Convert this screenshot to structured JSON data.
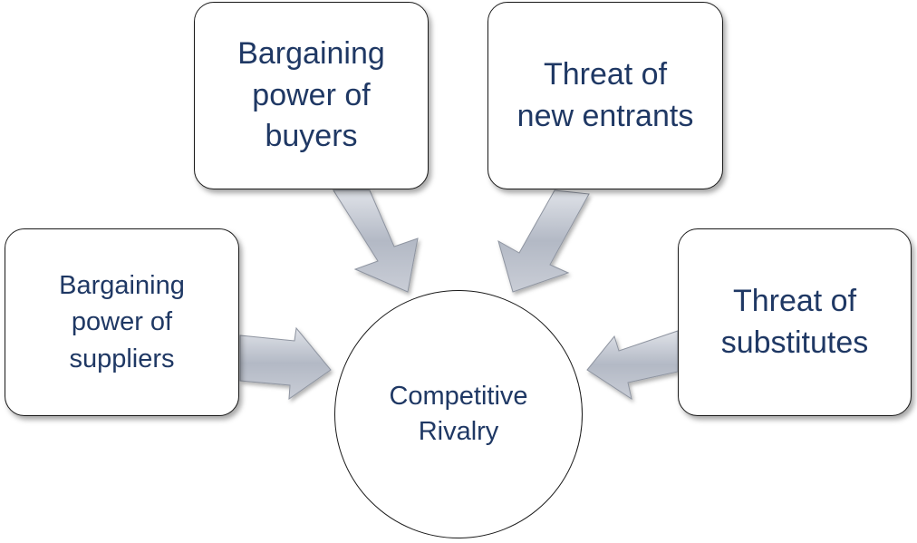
{
  "diagram": {
    "center": {
      "label": "Competitive\nRivalry"
    },
    "forces": [
      {
        "id": "buyers",
        "label": "Bargaining\npower of\nbuyers"
      },
      {
        "id": "new-entrants",
        "label": "Threat of\nnew entrants"
      },
      {
        "id": "suppliers",
        "label": "Bargaining\npower of\nsuppliers"
      },
      {
        "id": "substitutes",
        "label": "Threat of\nsubstitutes"
      }
    ],
    "colors": {
      "text": "#1f3864",
      "border": "#1a1a1a",
      "arrow_fill": "#b9bec9",
      "arrow_stroke": "#8e94a0"
    }
  }
}
